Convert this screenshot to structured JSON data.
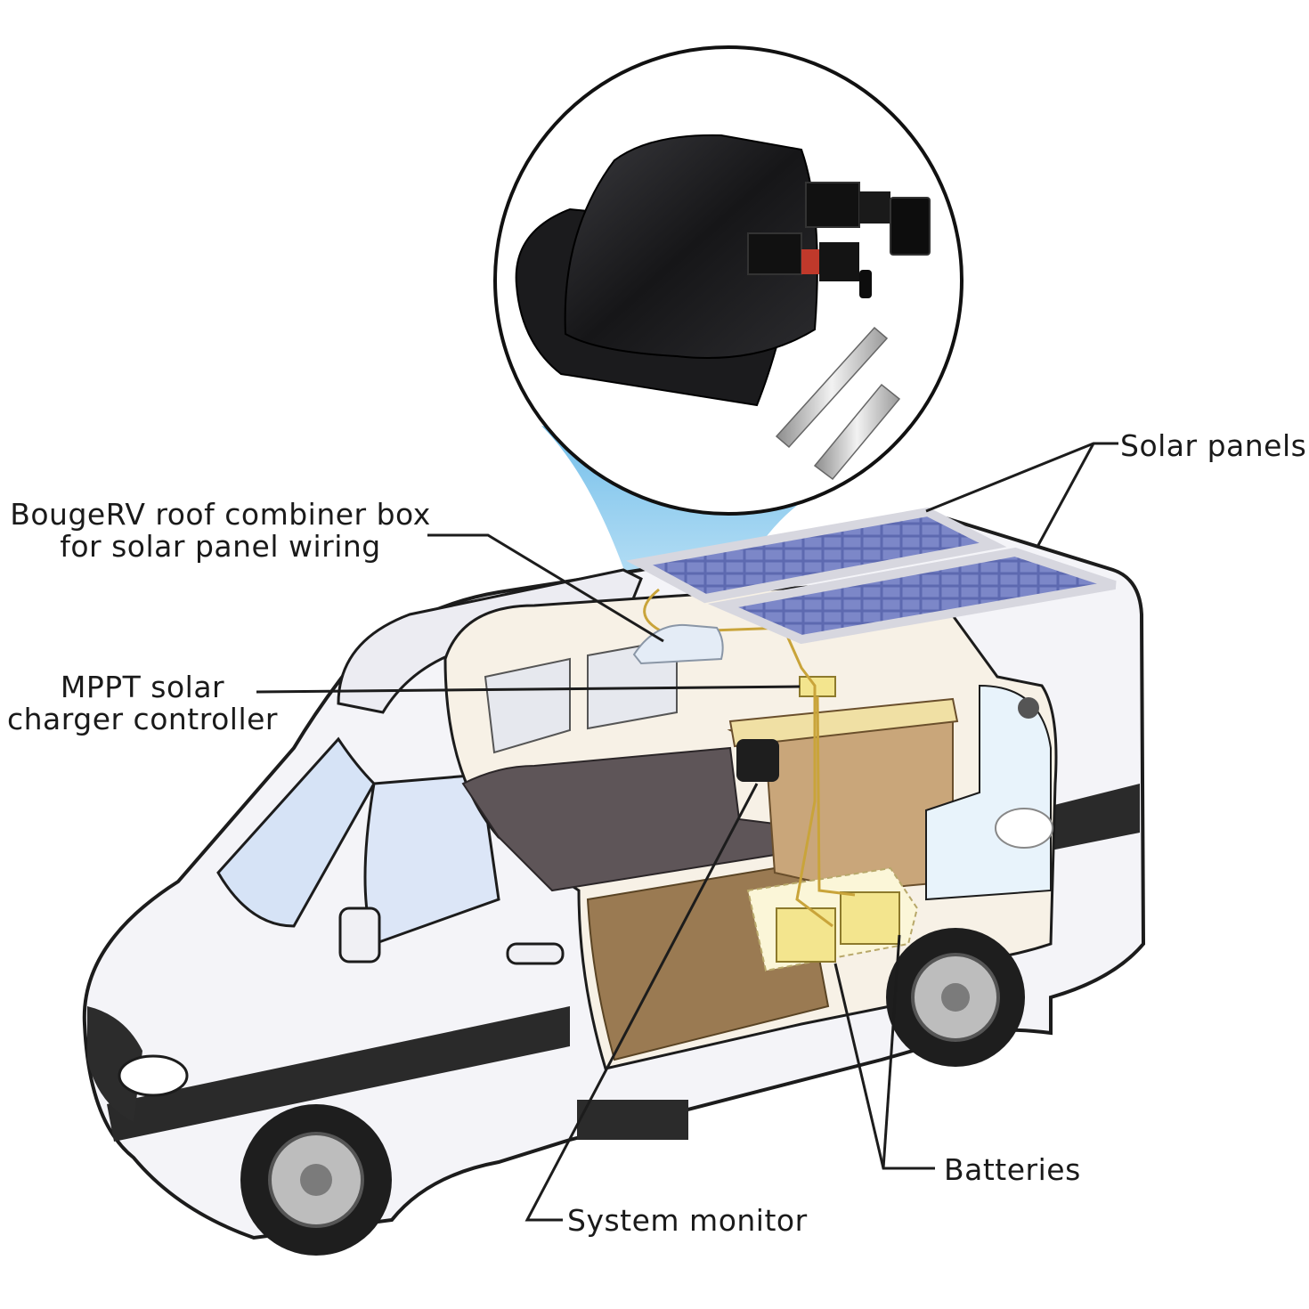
{
  "labels": {
    "combiner_box": {
      "line1": "BougeRV roof combiner box",
      "line2": "for solar panel wiring"
    },
    "mppt": {
      "line1": "MPPT solar",
      "line2": "charger controller"
    },
    "solar_panels": "Solar panels",
    "batteries": "Batteries",
    "system_monitor": "System monitor"
  },
  "colors": {
    "van_body": "#f4f4f8",
    "outline": "#1c1c1c",
    "stripe": "#2a2a2a",
    "solar_cell": "#5d69b0",
    "spotlight": "#86c8ee",
    "battery": "#f3e58e",
    "wiring": "#c9a43a",
    "interior_floor": "#9a7a52",
    "sofa": "#5e5558",
    "product_black": "#1b1b1d"
  },
  "icons": {
    "product": "combiner-box-icon",
    "connectors": "mc4-connector-icon",
    "pins": "crimp-pin-icon"
  }
}
